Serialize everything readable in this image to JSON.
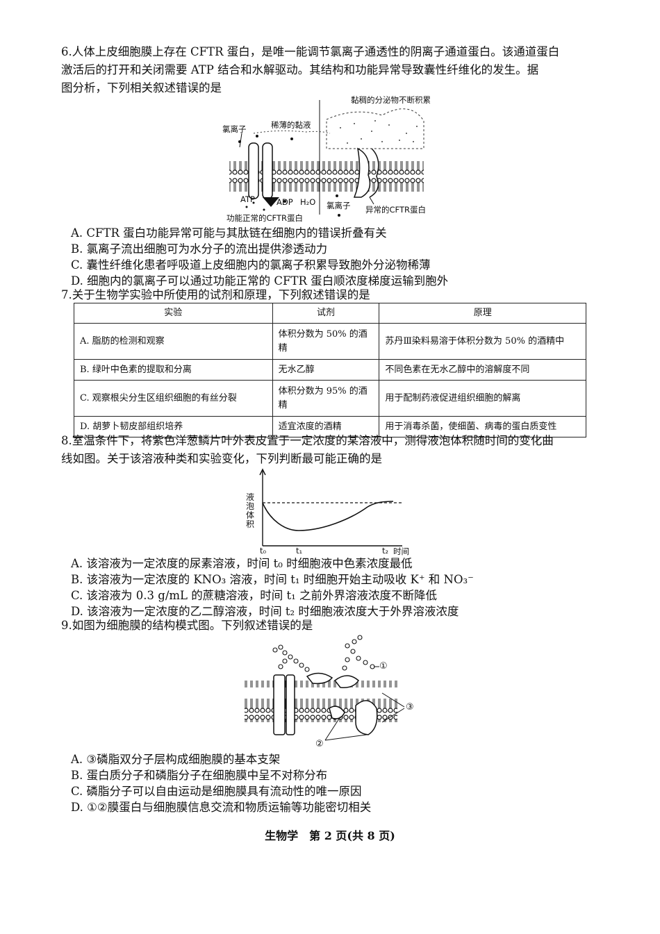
{
  "q6": {
    "stem_l1": "6.人体上皮细胞膜上存在 CFTR 蛋白，是唯一能调节氯离子通透性的阴离子通道蛋白。该通道蛋白",
    "stem_l2": "激活后的打开和关闭需要 ATP 结合和水解驱动。其结构和功能异常导致囊性纤维化的发生。据",
    "stem_l3": "图分析，下列相关叙述错误的是",
    "fig": {
      "label_viscous": "黏稠的分泌物不断积累",
      "label_thin": "稀薄的黏液",
      "label_cl_top": "氯离子",
      "label_atp": "ATP",
      "label_adp": "ADP",
      "label_h2o": "H₂O",
      "label_cl_bottom": "氯离子",
      "label_normal": "功能正常的CFTR蛋白",
      "label_abnormal": "异常的CFTR蛋白"
    },
    "options": [
      "A. CFTR 蛋白功能异常可能与其肽链在细胞内的错误折叠有关",
      "B. 氯离子流出细胞可为水分子的流出提供渗透动力",
      "C. 囊性纤维化患者呼吸道上皮细胞内的氯离子积累导致胞外分泌物稀薄",
      "D. 细胞内的氯离子可以通过功能正常的 CFTR 蛋白顺浓度梯度运输到胞外"
    ]
  },
  "q7": {
    "stem": "7.关于生物学实验中所使用的试剂和原理，下列叙述错误的是",
    "headers": [
      "实验",
      "试剂",
      "原理"
    ],
    "rows": [
      {
        "exp": "A. 脂肪的检测和观察",
        "reagent": "体积分数为 50% 的酒精",
        "principle": "苏丹Ⅲ染料易溶于体积分数为 50% 的酒精中"
      },
      {
        "exp": "B. 绿叶中色素的提取和分离",
        "reagent": "无水乙醇",
        "principle": "不同色素在无水乙醇中的溶解度不同"
      },
      {
        "exp": "C. 观察根尖分生区组织细胞的有丝分裂",
        "reagent": "体积分数为 95% 的酒精",
        "principle": "用于配制药液促进组织细胞的解离"
      },
      {
        "exp": "D. 胡萝卜韧皮部组织培养",
        "reagent": "适宜浓度的酒精",
        "principle": "用于消毒杀菌，使细菌、病毒的蛋白质变性"
      }
    ]
  },
  "q8": {
    "stem_l1": "8.室温条件下，将紫色洋葱鳞片叶外表皮置于一定浓度的某溶液中，测得液泡体积随时间的变化曲",
    "stem_l2": "线如图。关于该溶液种类和实验变化，下列判断最可能正确的是",
    "chart": {
      "ylabel": "液泡体积",
      "xlabel": "时间",
      "ticks": [
        "t₀",
        "t₁",
        "t₂"
      ]
    },
    "options": [
      "A. 该溶液为一定浓度的尿素溶液，时间 t₀ 时细胞液中色素浓度最低",
      "B. 该溶液为一定浓度的 KNO₃ 溶液，时间 t₁ 时细胞开始主动吸收 K⁺ 和 NO₃⁻",
      "C. 该溶液为 0.3 g/mL 的蔗糖溶液，时间 t₁ 之前外界溶液浓度不断降低",
      "D. 该溶液为一定浓度的乙二醇溶液，时间 t₂ 时细胞液浓度大于外界溶液浓度"
    ]
  },
  "q9": {
    "stem": "9.如图为细胞膜的结构模式图。下列叙述错误的是",
    "fig": {
      "m1": "①",
      "m2": "②",
      "m3": "③"
    },
    "options": [
      "A. ③磷脂双分子层构成细胞膜的基本支架",
      "B. 蛋白质分子和磷脂分子在细胞膜中呈不对称分布",
      "C. 磷脂分子可以自由运动是细胞膜具有流动性的唯一原因",
      "D. ①②膜蛋白与细胞膜信息交流和物质运输等功能密切相关"
    ]
  },
  "footer": "生物学　第 2 页(共 8 页)"
}
